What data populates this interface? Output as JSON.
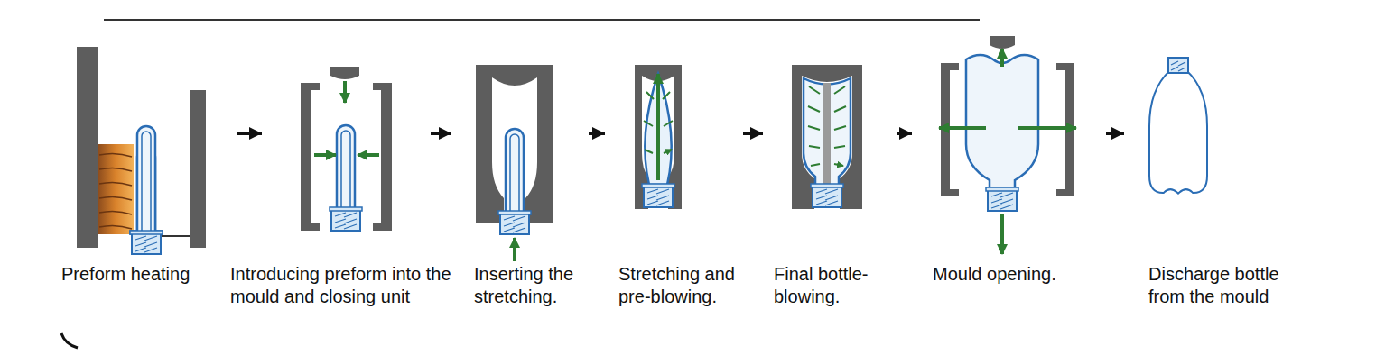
{
  "diagram": {
    "nodes": [
      {
        "text": [
          "Preform heating"
        ]
      },
      {
        "text": [
          "Introducing preform into the mould and closing unit"
        ]
      },
      {
        "text": [
          "Inserting the stretching."
        ]
      },
      {
        "text": [
          "Stretching and pre-blowing."
        ]
      },
      {
        "text": [
          "Final bottle-blowing."
        ]
      },
      {
        "text": [
          "Mould opening."
        ]
      },
      {
        "text": [
          "Discharge bottle from the mould"
        ]
      }
    ],
    "edges": [
      {
        "from": 0,
        "to": 1,
        "arrow": "to"
      },
      {
        "from": 1,
        "to": 2,
        "arrow": "to"
      },
      {
        "from": 2,
        "to": 3,
        "arrow": "to"
      },
      {
        "from": 3,
        "to": 4,
        "arrow": "to"
      },
      {
        "from": 4,
        "to": 5,
        "arrow": "to"
      },
      {
        "from": 5,
        "to": 6,
        "arrow": "to"
      }
    ]
  }
}
